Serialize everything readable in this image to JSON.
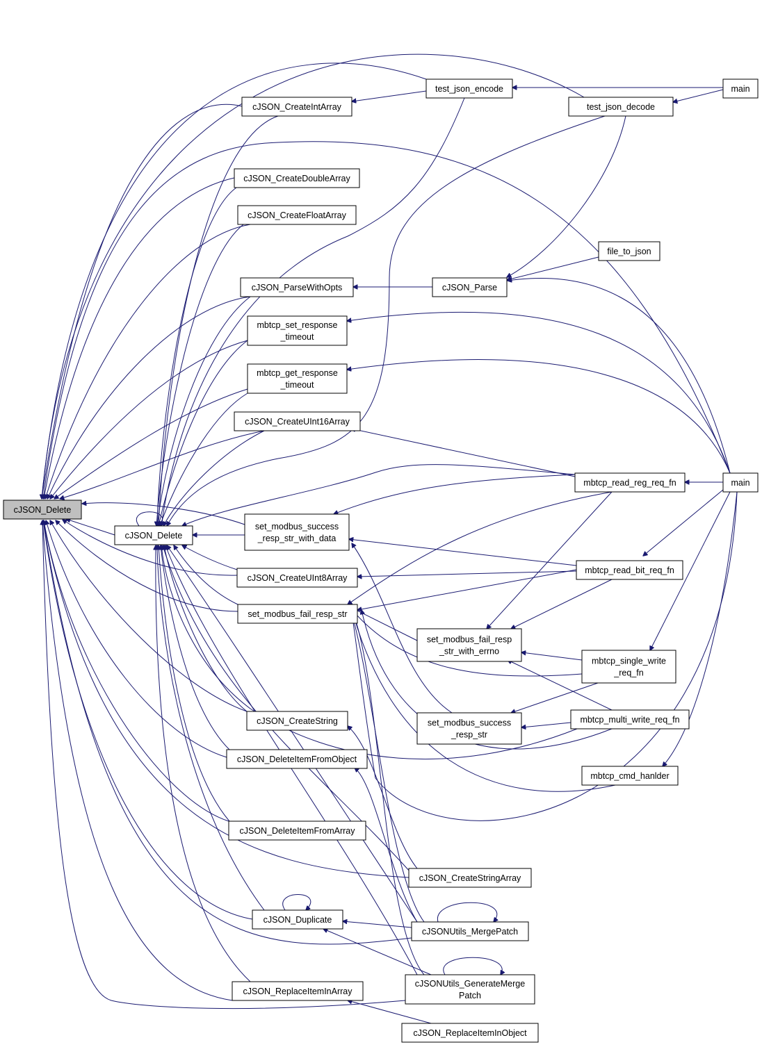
{
  "diagram": {
    "nodes": {
      "root": [
        "cJSON_Delete"
      ],
      "delete2": [
        "cJSON_Delete"
      ],
      "createIntArray": [
        "cJSON_CreateIntArray"
      ],
      "testEncode": [
        "test_json_encode"
      ],
      "main1": [
        "main"
      ],
      "testDecode": [
        "test_json_decode"
      ],
      "createDoubleArray": [
        "cJSON_CreateDoubleArray"
      ],
      "createFloatArray": [
        "cJSON_CreateFloatArray"
      ],
      "fileToJson": [
        "file_to_json"
      ],
      "parseWithOpts": [
        "cJSON_ParseWithOpts"
      ],
      "parse": [
        "cJSON_Parse"
      ],
      "setTimeout": [
        "mbtcp_set_response",
        "_timeout"
      ],
      "getTimeout": [
        "mbtcp_get_response",
        "_timeout"
      ],
      "createUInt16": [
        "cJSON_CreateUInt16Array"
      ],
      "readReg": [
        "mbtcp_read_reg_req_fn"
      ],
      "main2": [
        "main"
      ],
      "successData": [
        "set_modbus_success",
        "_resp_str_with_data"
      ],
      "createUInt8": [
        "cJSON_CreateUInt8Array"
      ],
      "readBit": [
        "mbtcp_read_bit_req_fn"
      ],
      "failResp": [
        "set_modbus_fail_resp_str"
      ],
      "failErrno": [
        "set_modbus_fail_resp",
        "_str_with_errno"
      ],
      "singleWrite": [
        "mbtcp_single_write",
        "_req_fn"
      ],
      "createString": [
        "cJSON_CreateString"
      ],
      "successResp": [
        "set_modbus_success",
        "_resp_str"
      ],
      "multiWrite": [
        "mbtcp_multi_write_req_fn"
      ],
      "deleteFromObject": [
        "cJSON_DeleteItemFromObject"
      ],
      "cmdHandler": [
        "mbtcp_cmd_hanlder"
      ],
      "deleteFromArray": [
        "cJSON_DeleteItemFromArray"
      ],
      "createStringArray": [
        "cJSON_CreateStringArray"
      ],
      "duplicate": [
        "cJSON_Duplicate"
      ],
      "mergePatch": [
        "cJSONUtils_MergePatch"
      ],
      "replaceInArray": [
        "cJSON_ReplaceItemInArray"
      ],
      "generateMerge": [
        "cJSONUtils_GenerateMerge",
        "Patch"
      ],
      "replaceInObject": [
        "cJSON_ReplaceItemInObject"
      ]
    },
    "colors": {
      "edge": "#191970",
      "node_border": "#000000",
      "root_fill": "#bfbfbf",
      "node_fill": "#ffffff"
    }
  }
}
